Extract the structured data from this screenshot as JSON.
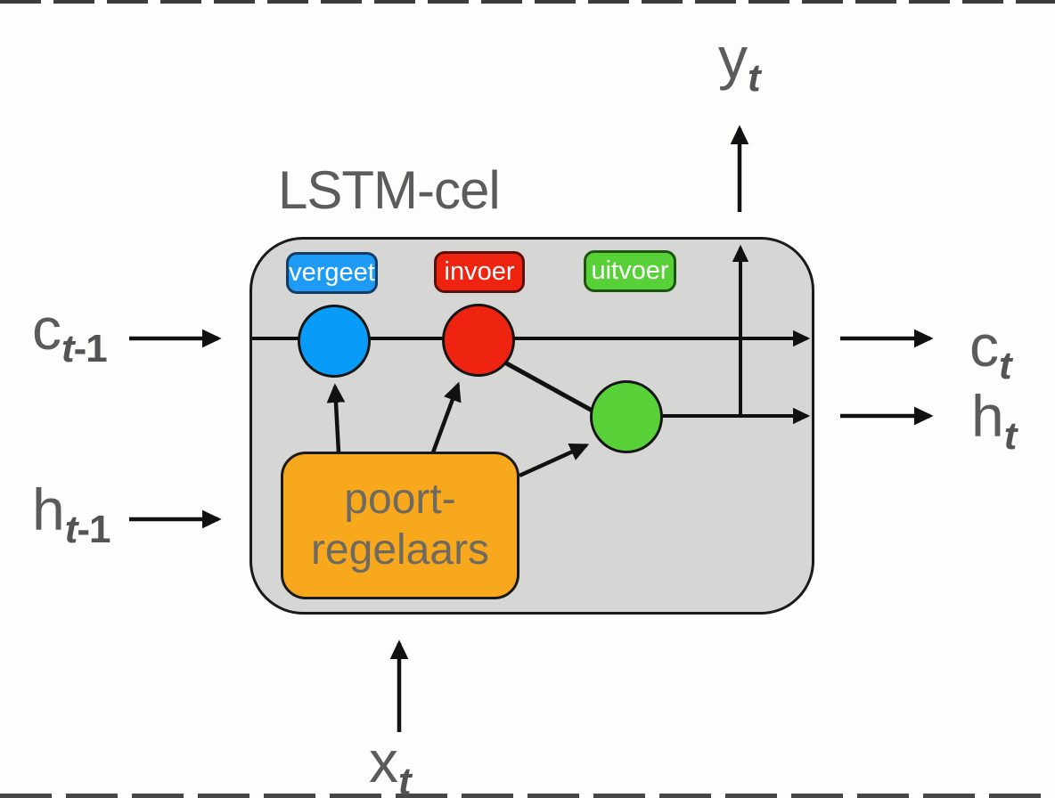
{
  "title": "LSTM-cel",
  "gates": {
    "forget": {
      "label": "vergeet",
      "fill": "#1e9cf5",
      "border": "#133c66"
    },
    "input": {
      "label": "invoer",
      "fill": "#ee2411",
      "border": "#5a100a"
    },
    "output": {
      "label": "uitvoer",
      "fill": "#58d038",
      "border": "#1d5410"
    }
  },
  "nodes": {
    "forget_fill": "#089cf8",
    "input_fill": "#ee2411",
    "output_fill": "#58d038"
  },
  "controller": {
    "line1": "poort-",
    "line2": "regelaars",
    "fill": "#f8a81d"
  },
  "labels": {
    "c_prev": {
      "base": "c",
      "sub_t": "t",
      "sub_rest": "-1"
    },
    "h_prev": {
      "base": "h",
      "sub_t": "t",
      "sub_rest": "-1"
    },
    "x_in": {
      "base": "x",
      "sub_t": "t",
      "sub_rest": ""
    },
    "y_out": {
      "base": "y",
      "sub_t": "t",
      "sub_rest": ""
    },
    "c_next": {
      "base": "c",
      "sub_t": "t",
      "sub_rest": ""
    },
    "h_next": {
      "base": "h",
      "sub_t": "t",
      "sub_rest": ""
    }
  },
  "colors": {
    "background": "#fdfdfc",
    "cell_fill": "#d6d6d4",
    "cell_border": "#1a1a1a",
    "arrow": "#111111",
    "title_text": "#5c5c5c",
    "controller_text": "#6e6a60"
  }
}
